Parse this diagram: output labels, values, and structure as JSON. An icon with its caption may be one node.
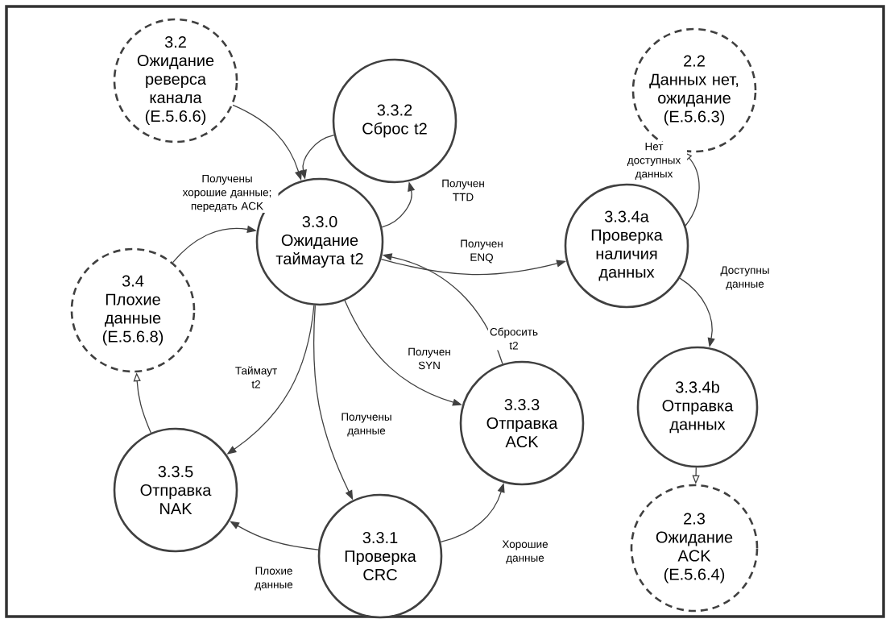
{
  "diagram": {
    "nodes": [
      {
        "text": [
          "3.2",
          "Ожидание реверса канала (E.5.6.6)"
        ]
      },
      {
        "text": [
          "3.3.2",
          "Сброс t2"
        ]
      },
      {
        "text": [
          "2.2",
          "Данных нет, ожидание (E.5.6.3)"
        ]
      },
      {
        "text": [
          "3.3.0",
          "Ожидание таймаута t2"
        ]
      },
      {
        "text": [
          "3.3.4a",
          "Проверка наличия данных"
        ]
      },
      {
        "text": [
          "3.4",
          "Плохие данные (E.5.6.8)"
        ]
      },
      {
        "text": [
          "3.3.4b",
          "Отправка данных"
        ]
      },
      {
        "text": [
          "3.3.3",
          "Отправка ACK"
        ]
      },
      {
        "text": [
          "3.3.5",
          "Отправка NAK"
        ]
      },
      {
        "text": [
          "3.3.1",
          "Проверка CRC"
        ]
      },
      {
        "text": [
          "2.3",
          "Ожидание ACK (E.5.6.4)"
        ]
      }
    ],
    "edges": [
      {
        "from": 0,
        "to": 3,
        "arrow": "to",
        "label": "Получены хорошие данные; передать ACK"
      },
      {
        "from": 3,
        "to": 1,
        "arrow": "to",
        "label": "Получен TTD"
      },
      {
        "from": 1,
        "to": 3,
        "arrow": "to"
      },
      {
        "from": 3,
        "to": 4,
        "arrow": "to",
        "label": "Получен ENQ"
      },
      {
        "from": 4,
        "to": 2,
        "arrow": "to",
        "label": "Нет доступных данных"
      },
      {
        "from": 4,
        "to": 6,
        "arrow": "to",
        "label": "Доступны данные"
      },
      {
        "from": 6,
        "to": 10,
        "arrow": "to"
      },
      {
        "from": 5,
        "to": 3,
        "arrow": "to"
      },
      {
        "from": 3,
        "to": 8,
        "arrow": "to",
        "label": "Таймаут t2"
      },
      {
        "from": 8,
        "to": 5,
        "arrow": "to"
      },
      {
        "from": 3,
        "to": 9,
        "arrow": "to",
        "label": "Получены данные"
      },
      {
        "from": 3,
        "to": 7,
        "arrow": "to",
        "label": "Получен SYN"
      },
      {
        "from": 7,
        "to": 3,
        "arrow": "to",
        "label": "Сбросить t2"
      },
      {
        "from": 9,
        "to": 8,
        "arrow": "to",
        "label": "Плохие данные"
      },
      {
        "from": 9,
        "to": 7,
        "arrow": "to",
        "label": "Хорошие данные"
      }
    ]
  }
}
